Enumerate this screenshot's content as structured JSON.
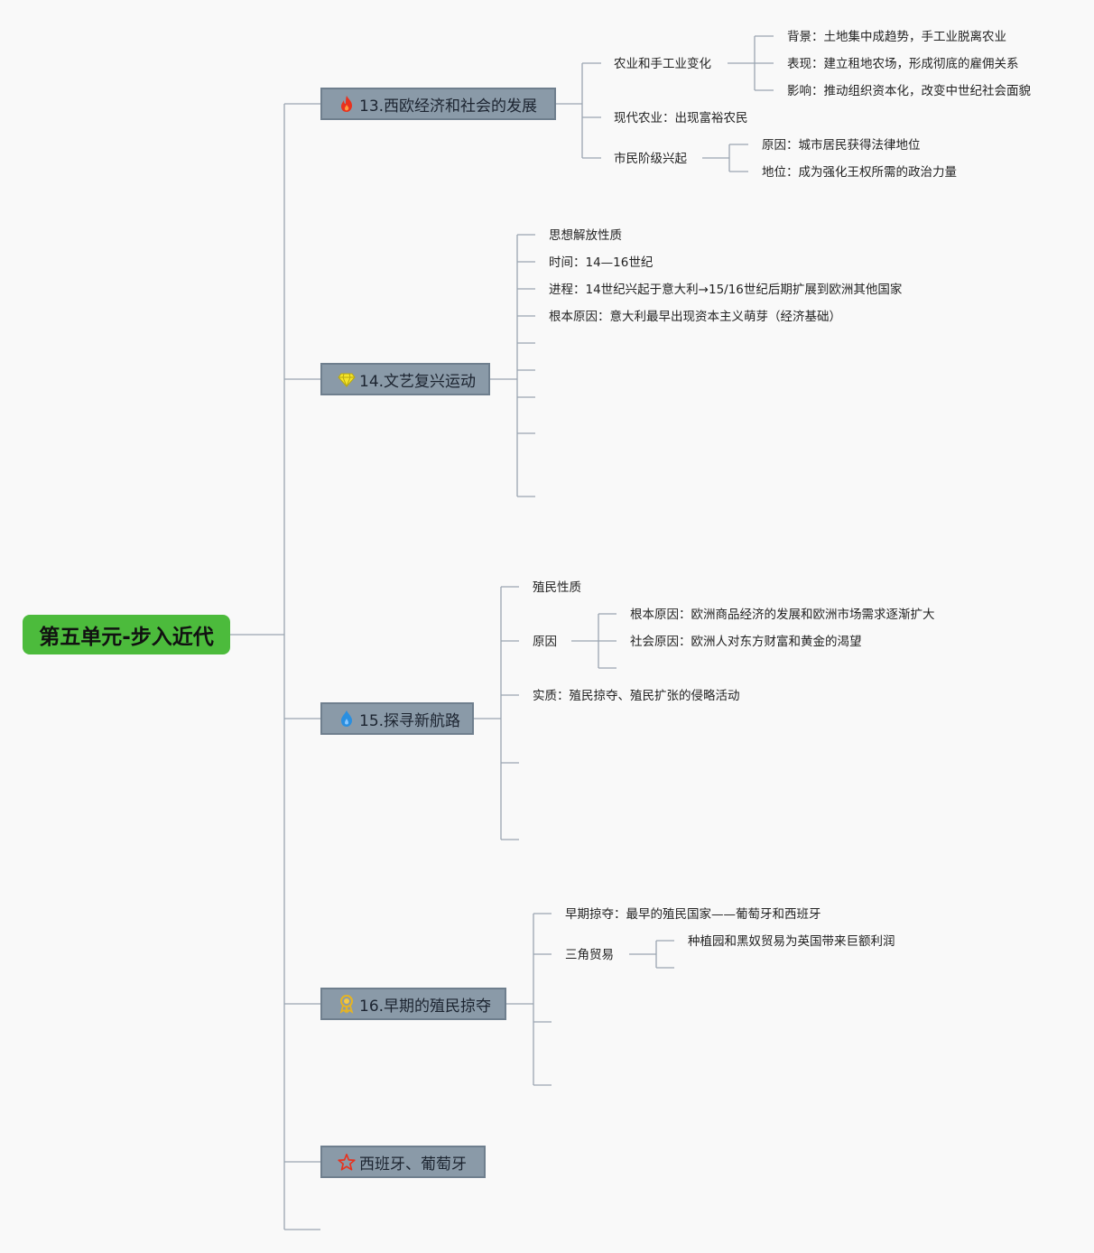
{
  "root": {
    "label": "第五单元-步入近代"
  },
  "colors": {
    "root_bg": "#4cbb3c",
    "topic_bg": "#8a9aa8",
    "line": "#9aa5b1"
  },
  "topics": [
    {
      "label": "13.西欧经济和社会的发展",
      "icon": "fire-icon",
      "children": [
        {
          "label": "农业和手工业变化",
          "children": [
            {
              "label": "背景：土地集中成趋势，手工业脱离农业"
            },
            {
              "label": "表现：建立租地农场，形成彻底的雇佣关系"
            },
            {
              "label": "影响：推动组织资本化，改变中世纪社会面貌"
            }
          ]
        },
        {
          "label": "现代农业：出现富裕农民"
        },
        {
          "label": "市民阶级兴起",
          "children": [
            {
              "label": "原因：城市居民获得法律地位"
            },
            {
              "label": "地位：成为强化王权所需的政治力量"
            }
          ]
        }
      ]
    },
    {
      "label": "14.文艺复兴运动",
      "icon": "diamond-icon",
      "children": [
        {
          "label": "思想解放性质"
        },
        {
          "label": "时间：14—16世纪"
        },
        {
          "label": "进程：14世纪兴起于意大利→15/16世纪后期扩展到欧洲其他国家"
        },
        {
          "label": "根本原因：意大利最早出现资本主义萌芽（经济基础）"
        }
      ]
    },
    {
      "label": "15.探寻新航路",
      "icon": "water-drop-icon",
      "children": [
        {
          "label": "殖民性质"
        },
        {
          "label": "原因",
          "children": [
            {
              "label": "根本原因：欧洲商品经济的发展和欧洲市场需求逐渐扩大"
            },
            {
              "label": "社会原因：欧洲人对东方财富和黄金的渴望"
            }
          ]
        },
        {
          "label": "实质：殖民掠夺、殖民扩张的侵略活动"
        }
      ]
    },
    {
      "label": "16.早期的殖民掠夺",
      "icon": "medal-icon",
      "children": [
        {
          "label": "早期掠夺：最早的殖民国家——葡萄牙和西班牙"
        },
        {
          "label": "三角贸易",
          "children": [
            {
              "label": "种植园和黑奴贸易为英国带来巨额利润"
            }
          ]
        }
      ]
    },
    {
      "label": "西班牙、葡萄牙",
      "icon": "star-icon",
      "children": []
    }
  ]
}
